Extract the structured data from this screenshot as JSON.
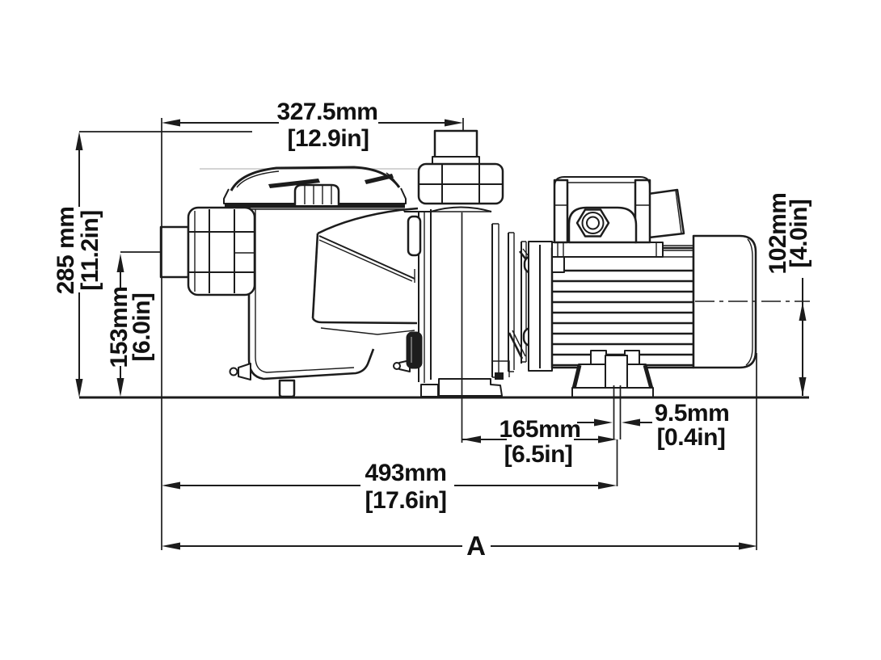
{
  "colors": {
    "line": "#1c1c1c",
    "background": "#ffffff",
    "faint_guide": "#c6c6c6"
  },
  "dimensions": {
    "top_width": {
      "mm": "327.5mm",
      "inches": "[12.9in]"
    },
    "overall_height": {
      "mm": "285 mm",
      "inches": "[11.2in]"
    },
    "inlet_center_height": {
      "mm": "153mm",
      "inches": "[6.0in]"
    },
    "motor_axis_height": {
      "mm": "102mm",
      "inches": "[4.0in]"
    },
    "discharge_to_mount_bolt": {
      "mm": "165mm",
      "inches": "[6.5in]"
    },
    "mount_slot_width": {
      "mm": "9.5mm",
      "inches": "[0.4in]"
    },
    "inlet_face_to_mount_bolt": {
      "mm": "493mm",
      "inches": "[17.6in]"
    },
    "overall_length_label": "A"
  }
}
